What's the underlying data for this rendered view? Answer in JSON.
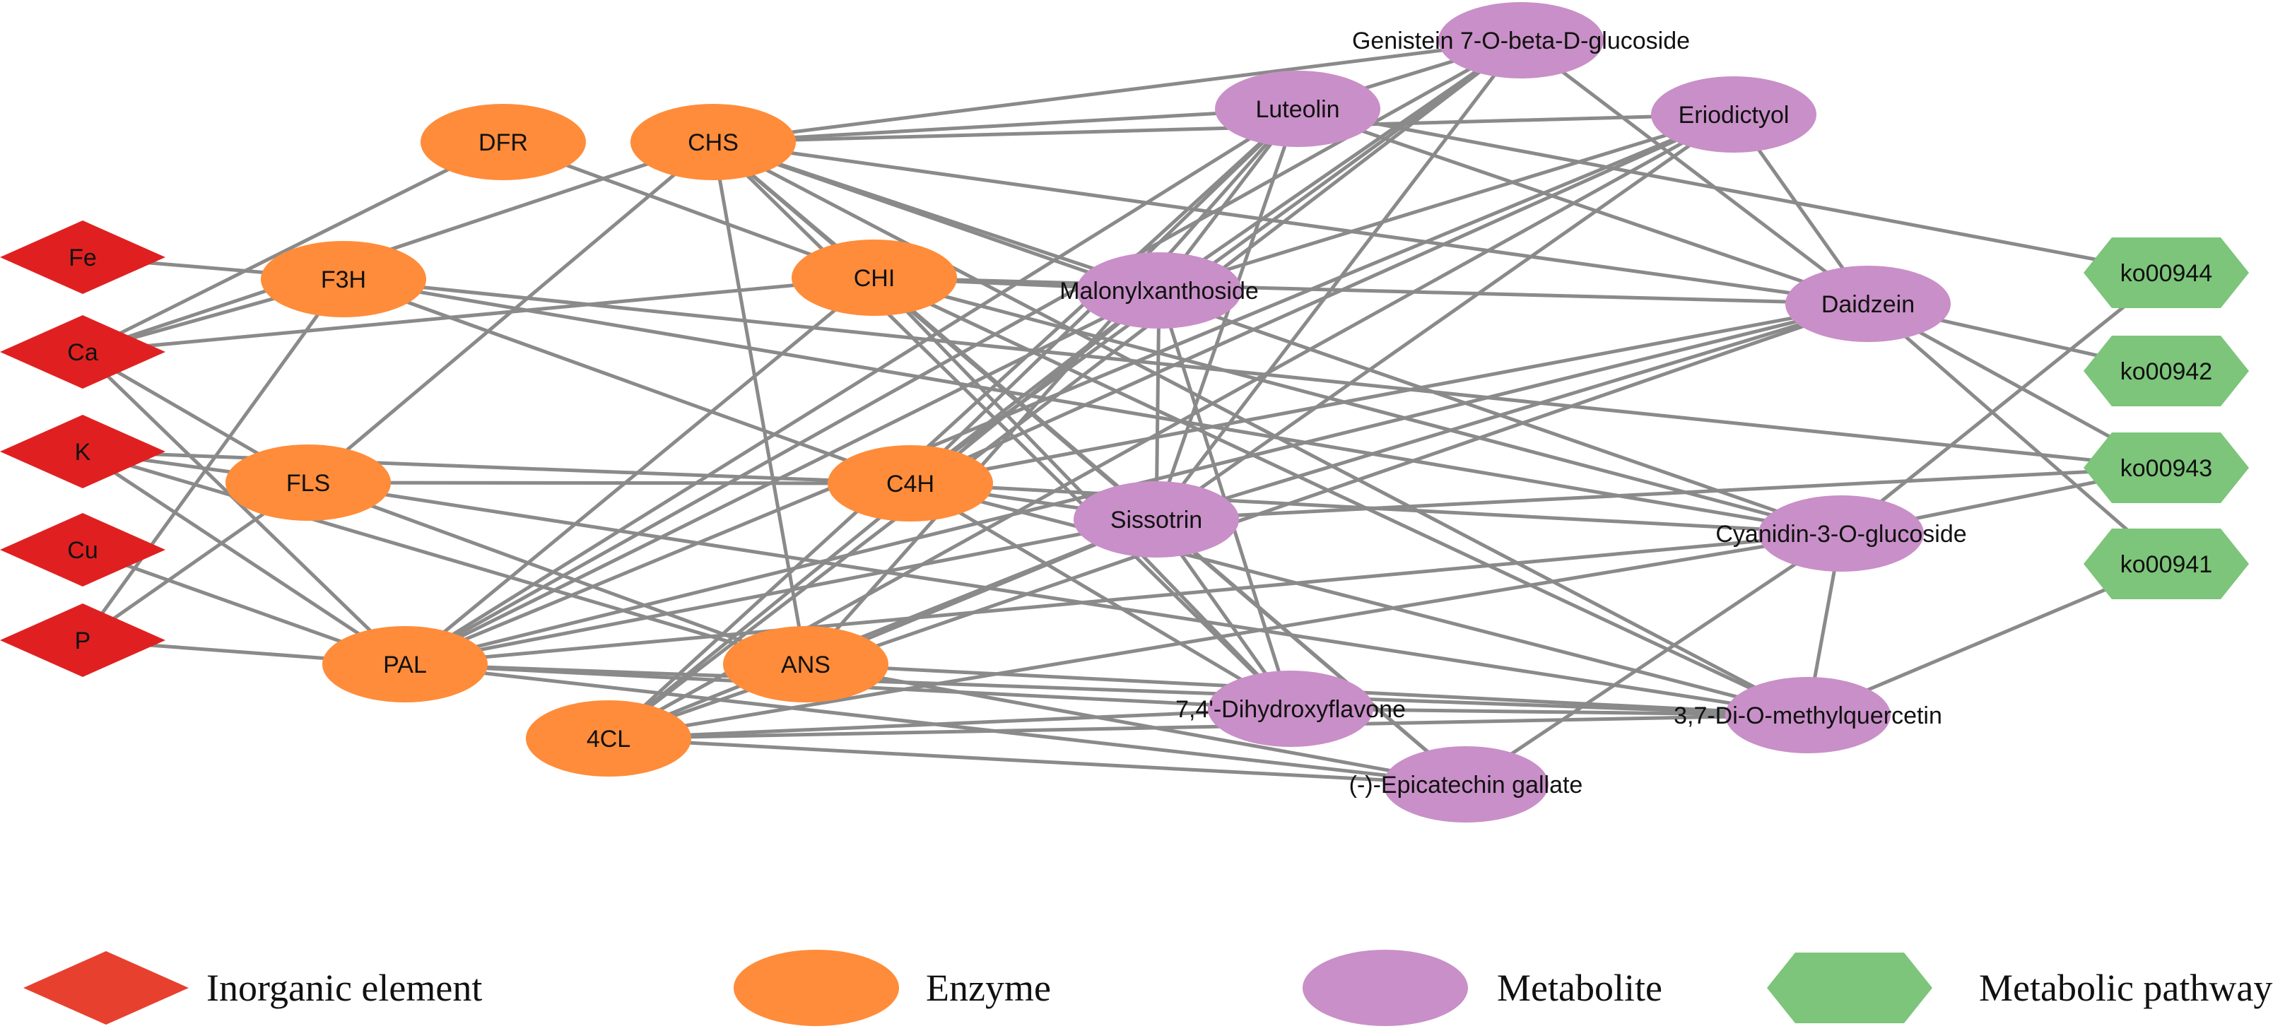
{
  "colors": {
    "inorganic": "#e02020",
    "enzyme": "#ff8c3a",
    "metabolite": "#c98fc8",
    "pathway": "#7cc57a",
    "edge": "#8a8a8a",
    "legend_inorganic": "#e8402f"
  },
  "nodes": [
    {
      "id": "Fe",
      "label": "Fe",
      "group": "inorganic"
    },
    {
      "id": "Ca",
      "label": "Ca",
      "group": "inorganic"
    },
    {
      "id": "K",
      "label": "K",
      "group": "inorganic"
    },
    {
      "id": "Cu",
      "label": "Cu",
      "group": "inorganic"
    },
    {
      "id": "P",
      "label": "P",
      "group": "inorganic"
    },
    {
      "id": "DFR",
      "label": "DFR",
      "group": "enzyme"
    },
    {
      "id": "CHS",
      "label": "CHS",
      "group": "enzyme"
    },
    {
      "id": "F3H",
      "label": "F3H",
      "group": "enzyme"
    },
    {
      "id": "CHI",
      "label": "CHI",
      "group": "enzyme"
    },
    {
      "id": "FLS",
      "label": "FLS",
      "group": "enzyme"
    },
    {
      "id": "C4H",
      "label": "C4H",
      "group": "enzyme"
    },
    {
      "id": "PAL",
      "label": "PAL",
      "group": "enzyme"
    },
    {
      "id": "ANS",
      "label": "ANS",
      "group": "enzyme"
    },
    {
      "id": "4CL",
      "label": "4CL",
      "group": "enzyme"
    },
    {
      "id": "Genistein",
      "label": "Genistein 7-O-beta-D-glucoside",
      "group": "metabolite"
    },
    {
      "id": "Luteolin",
      "label": "Luteolin",
      "group": "metabolite"
    },
    {
      "id": "Eriodictyol",
      "label": "Eriodictyol",
      "group": "metabolite"
    },
    {
      "id": "Malonylxanthoside",
      "label": "Malonylxanthoside",
      "group": "metabolite"
    },
    {
      "id": "Daidzein",
      "label": "Daidzein",
      "group": "metabolite"
    },
    {
      "id": "Sissotrin",
      "label": "Sissotrin",
      "group": "metabolite"
    },
    {
      "id": "Cyanidin",
      "label": "Cyanidin-3-O-glucoside",
      "group": "metabolite"
    },
    {
      "id": "Dihydroxyflavone",
      "label": "7,4'-Dihydroxyflavone",
      "group": "metabolite"
    },
    {
      "id": "Methylquercetin",
      "label": "3,7-Di-O-methylquercetin",
      "group": "metabolite"
    },
    {
      "id": "Epicatechin",
      "label": "(-)-Epicatechin gallate",
      "group": "metabolite"
    },
    {
      "id": "ko00944",
      "label": "ko00944",
      "group": "pathway"
    },
    {
      "id": "ko00942",
      "label": "ko00942",
      "group": "pathway"
    },
    {
      "id": "ko00943",
      "label": "ko00943",
      "group": "pathway"
    },
    {
      "id": "ko00941",
      "label": "ko00941",
      "group": "pathway"
    }
  ],
  "edges": [
    [
      "Fe",
      "F3H"
    ],
    [
      "Ca",
      "F3H"
    ],
    [
      "Ca",
      "DFR"
    ],
    [
      "Ca",
      "CHS"
    ],
    [
      "Ca",
      "CHI"
    ],
    [
      "Ca",
      "FLS"
    ],
    [
      "Ca",
      "PAL"
    ],
    [
      "K",
      "FLS"
    ],
    [
      "K",
      "C4H"
    ],
    [
      "K",
      "PAL"
    ],
    [
      "K",
      "ANS"
    ],
    [
      "Cu",
      "PAL"
    ],
    [
      "P",
      "PAL"
    ],
    [
      "P",
      "F3H"
    ],
    [
      "P",
      "FLS"
    ],
    [
      "DFR",
      "CHI"
    ],
    [
      "CHS",
      "FLS"
    ],
    [
      "CHS",
      "CHI"
    ],
    [
      "CHS",
      "ANS"
    ],
    [
      "CHS",
      "Genistein"
    ],
    [
      "CHS",
      "Luteolin"
    ],
    [
      "CHS",
      "Eriodictyol"
    ],
    [
      "CHS",
      "Malonylxanthoside"
    ],
    [
      "CHS",
      "Daidzein"
    ],
    [
      "CHS",
      "Sissotrin"
    ],
    [
      "CHS",
      "Cyanidin"
    ],
    [
      "CHS",
      "Dihydroxyflavone"
    ],
    [
      "CHS",
      "Methylquercetin"
    ],
    [
      "CHS",
      "Epicatechin"
    ],
    [
      "F3H",
      "C4H"
    ],
    [
      "F3H",
      "Cyanidin"
    ],
    [
      "F3H",
      "ko00943"
    ],
    [
      "CHI",
      "Malonylxanthoside"
    ],
    [
      "CHI",
      "Daidzein"
    ],
    [
      "CHI",
      "Sissotrin"
    ],
    [
      "CHI",
      "Cyanidin"
    ],
    [
      "CHI",
      "Dihydroxyflavone"
    ],
    [
      "CHI",
      "Methylquercetin"
    ],
    [
      "CHI",
      "Epicatechin"
    ],
    [
      "CHI",
      "PAL"
    ],
    [
      "FLS",
      "C4H"
    ],
    [
      "FLS",
      "ANS"
    ],
    [
      "FLS",
      "Methylquercetin"
    ],
    [
      "C4H",
      "Sissotrin"
    ],
    [
      "C4H",
      "Cyanidin"
    ],
    [
      "C4H",
      "Methylquercetin"
    ],
    [
      "C4H",
      "Dihydroxyflavone"
    ],
    [
      "C4H",
      "Genistein"
    ],
    [
      "C4H",
      "Luteolin"
    ],
    [
      "C4H",
      "Eriodictyol"
    ],
    [
      "C4H",
      "Daidzein"
    ],
    [
      "C4H",
      "Malonylxanthoside"
    ],
    [
      "PAL",
      "Genistein"
    ],
    [
      "PAL",
      "Luteolin"
    ],
    [
      "PAL",
      "Eriodictyol"
    ],
    [
      "PAL",
      "Malonylxanthoside"
    ],
    [
      "PAL",
      "Daidzein"
    ],
    [
      "PAL",
      "Sissotrin"
    ],
    [
      "PAL",
      "Cyanidin"
    ],
    [
      "PAL",
      "Dihydroxyflavone"
    ],
    [
      "PAL",
      "Methylquercetin"
    ],
    [
      "PAL",
      "Epicatechin"
    ],
    [
      "ANS",
      "Sissotrin"
    ],
    [
      "ANS",
      "Methylquercetin"
    ],
    [
      "ANS",
      "Epicatechin"
    ],
    [
      "ANS",
      "Luteolin"
    ],
    [
      "4CL",
      "Genistein"
    ],
    [
      "4CL",
      "Luteolin"
    ],
    [
      "4CL",
      "Eriodictyol"
    ],
    [
      "4CL",
      "Malonylxanthoside"
    ],
    [
      "4CL",
      "Daidzein"
    ],
    [
      "4CL",
      "Sissotrin"
    ],
    [
      "4CL",
      "Cyanidin"
    ],
    [
      "4CL",
      "Dihydroxyflavone"
    ],
    [
      "4CL",
      "Methylquercetin"
    ],
    [
      "4CL",
      "Epicatechin"
    ],
    [
      "Luteolin",
      "ko00944"
    ],
    [
      "Luteolin",
      "Malonylxanthoside"
    ],
    [
      "Luteolin",
      "Sissotrin"
    ],
    [
      "Luteolin",
      "Daidzein"
    ],
    [
      "Genistein",
      "Malonylxanthoside"
    ],
    [
      "Genistein",
      "Sissotrin"
    ],
    [
      "Genistein",
      "Daidzein"
    ],
    [
      "Genistein",
      "Luteolin"
    ],
    [
      "Eriodictyol",
      "Malonylxanthoside"
    ],
    [
      "Eriodictyol",
      "Sissotrin"
    ],
    [
      "Eriodictyol",
      "Daidzein"
    ],
    [
      "Daidzein",
      "ko00942"
    ],
    [
      "Daidzein",
      "ko00943"
    ],
    [
      "Daidzein",
      "ko00941"
    ],
    [
      "Daidzein",
      "Sissotrin"
    ],
    [
      "Cyanidin",
      "ko00944"
    ],
    [
      "Cyanidin",
      "ko00943"
    ],
    [
      "Cyanidin",
      "Methylquercetin"
    ],
    [
      "Methylquercetin",
      "ko00941"
    ],
    [
      "Sissotrin",
      "ko00943"
    ],
    [
      "Sissotrin",
      "Dihydroxyflavone"
    ],
    [
      "Sissotrin",
      "Epicatechin"
    ],
    [
      "Malonylxanthoside",
      "Sissotrin"
    ],
    [
      "Malonylxanthoside",
      "Dihydroxyflavone"
    ],
    [
      "Dihydroxyflavone",
      "Methylquercetin"
    ],
    [
      "Epicatechin",
      "Cyanidin"
    ]
  ],
  "legend": [
    {
      "group": "inorganic",
      "label": "Inorganic element"
    },
    {
      "group": "enzyme",
      "label": "Enzyme"
    },
    {
      "group": "metabolite",
      "label": "Metabolite"
    },
    {
      "group": "pathway",
      "label": "Metabolic pathway"
    }
  ]
}
